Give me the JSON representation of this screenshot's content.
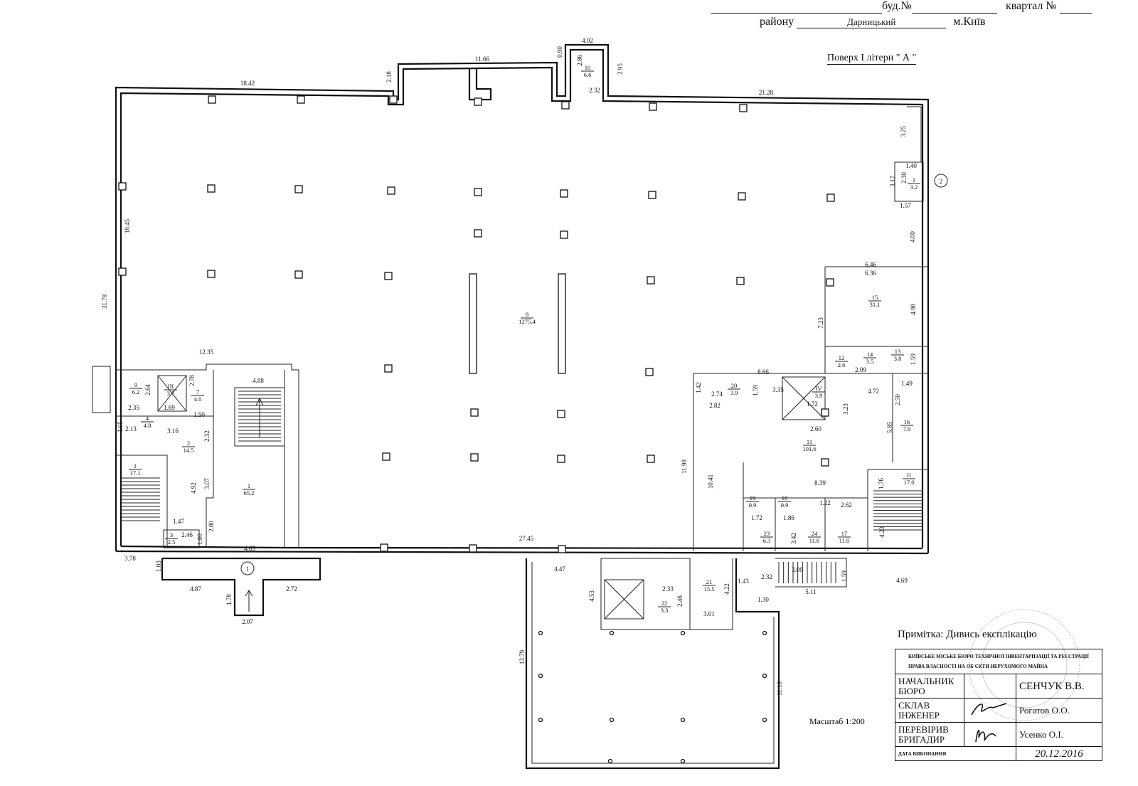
{
  "header": {
    "line0_fragment1": "буд.№",
    "line0_fragment2": "квартал №",
    "district_label": "району",
    "district_value": "Дарницький",
    "city": "м.Київ",
    "floor_title": "Поверх I літери \" А \""
  },
  "plan": {
    "dimensions": [
      "18.42",
      "11.66",
      "4.02",
      "0.90",
      "2.18",
      "2.86",
      "2.95",
      "2.32",
      "21.28",
      "3.25",
      "1.40",
      "2.30",
      "3.17",
      "1.57",
      "4.00",
      "18.45",
      "31.78",
      "6.46",
      "6.36",
      "4.98",
      "7.23",
      "1.59",
      "2.09",
      "12.35",
      "4.88",
      "2.64",
      "2.78",
      "2.35",
      "1.69",
      "1.50",
      "3.16",
      "2.32",
      "1.05",
      "2.13",
      "4.92",
      "3.07",
      "1.47",
      "2.80",
      "2.46",
      "1.00",
      "4.65",
      "3.78",
      "1.03",
      "4.87",
      "2.72",
      "1.78",
      "2.07",
      "27.45",
      "8.66",
      "1.42",
      "2.74",
      "1.59",
      "3.35",
      "2.82",
      "1.72",
      "3.23",
      "4.72",
      "1.49",
      "2.50",
      "5.85",
      "2.60",
      "11.98",
      "10.41",
      "1.76",
      "8.39",
      "1.22",
      "2.62",
      "1.72",
      "1.86",
      "3.42",
      "4.23",
      "3.09",
      "4.69",
      "2.32",
      "1.59",
      "5.11",
      "4.47",
      "4.53",
      "2.33",
      "4.22",
      "1.43",
      "1.30",
      "2.46",
      "3.01",
      "13.79",
      "11.10"
    ],
    "rooms": [
      {
        "num": "10",
        "area": "6.6"
      },
      {
        "num": "1",
        "area": "3.2"
      },
      {
        "num": "8",
        "area": "1275.4"
      },
      {
        "num": "15",
        "area": "31.1"
      },
      {
        "num": "13",
        "area": "3.8"
      },
      {
        "num": "14",
        "area": "3.5"
      },
      {
        "num": "12",
        "area": "2.6"
      },
      {
        "num": "9",
        "area": "6.2"
      },
      {
        "num": "III",
        "area": "3.7"
      },
      {
        "num": "7",
        "area": "4.0"
      },
      {
        "num": "4",
        "area": "4.8"
      },
      {
        "num": "2",
        "area": "14.5"
      },
      {
        "num": "I",
        "area": "17.1"
      },
      {
        "num": "1",
        "area": "65.2"
      },
      {
        "num": "3",
        "area": "2.5"
      },
      {
        "num": "20",
        "area": "3.9"
      },
      {
        "num": "IV",
        "area": "3.9"
      },
      {
        "num": "16",
        "area": "7.9"
      },
      {
        "num": "11",
        "area": "101.6"
      },
      {
        "num": "II",
        "area": "17.0"
      },
      {
        "num": "19",
        "area": "0.9"
      },
      {
        "num": "18",
        "area": "0.9"
      },
      {
        "num": "23",
        "area": "6.3"
      },
      {
        "num": "24",
        "area": "11.6"
      },
      {
        "num": "17",
        "area": "11.0"
      },
      {
        "num": "21",
        "area": "15.5"
      },
      {
        "num": "22",
        "area": "3.3"
      }
    ],
    "entrances": [
      "1",
      "2"
    ],
    "scale": "Масштаб 1:200"
  },
  "note": "Примітка: Дивись експлікацію",
  "stamp": {
    "org": "КИЇВСЬКЕ МІСЬКЕ БЮРО ТЕХНІЧНОЇ ІНВЕНТАРИЗАЦІЇ ТА РЕЄСТРАЦІЇ ПРАВА ВЛАСНОСТІ НА ОБ'ЄКТИ НЕРУХОМОГО МАЙНА",
    "rows": [
      {
        "role": "НАЧАЛЬНИК БЮРО",
        "name": "СЕНЧУК В.В."
      },
      {
        "role": "СКЛАВ ІНЖЕНЕР",
        "name": "Рогатов О.О."
      },
      {
        "role": "ПЕРЕВІРИВ БРИГАДИР",
        "name": "Усенко О.І."
      }
    ],
    "date_label": "ДАТА ВИКОНАННЯ",
    "date_value": "20.12.2016"
  }
}
